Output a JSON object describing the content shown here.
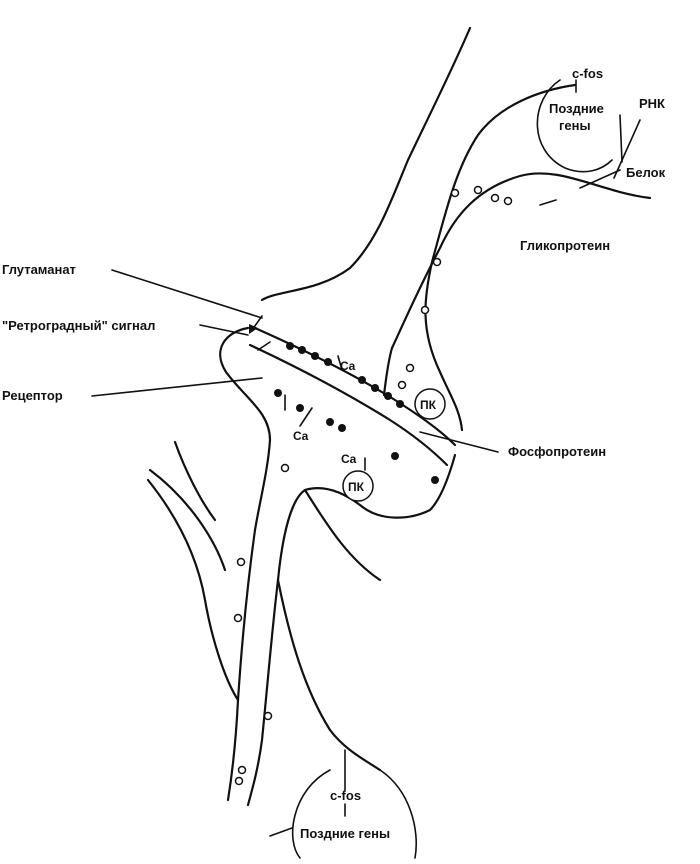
{
  "labels": {
    "glutamate": "Глутаманат",
    "retrograde": "\"Ретроградный\" сигнал",
    "receptor": "Рецептор",
    "phosphoprotein": "Фосфопротеин",
    "glycoprotein": "Гликопротеин",
    "protein": "Белок",
    "rna": "РНК",
    "cfos_top": "c-fos",
    "late_genes_top_1": "Поздние",
    "late_genes_top_2": "гены",
    "cfos_bottom": "c-fos",
    "late_genes_bottom": "Поздние гены",
    "ca_1": "Ca",
    "ca_2": "Ca",
    "ca_3": "Ca",
    "pk_1": "ПК",
    "pk_2": "ПК"
  },
  "colors": {
    "ink": "#111111",
    "background": "#ffffff"
  }
}
